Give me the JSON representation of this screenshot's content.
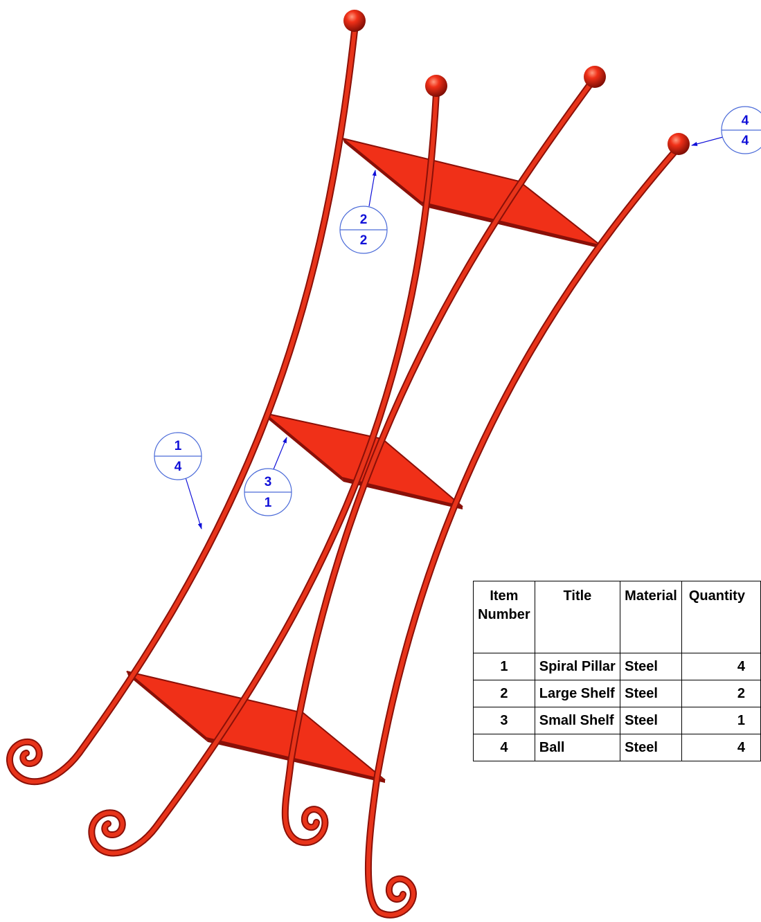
{
  "balloons": [
    {
      "item": "1",
      "qty": "4"
    },
    {
      "item": "2",
      "qty": "2"
    },
    {
      "item": "3",
      "qty": "1"
    },
    {
      "item": "4",
      "qty": "4"
    }
  ],
  "bom": {
    "headers": {
      "item_number": "Item Number",
      "title": "Title",
      "material": "Material",
      "quantity": "Quantity"
    },
    "rows": [
      {
        "item_number": "1",
        "title": "Spiral Pillar",
        "material": "Steel",
        "quantity": "4"
      },
      {
        "item_number": "2",
        "title": "Large Shelf",
        "material": "Steel",
        "quantity": "2"
      },
      {
        "item_number": "3",
        "title": "Small Shelf",
        "material": "Steel",
        "quantity": "1"
      },
      {
        "item_number": "4",
        "title": "Ball",
        "material": "Steel",
        "quantity": "4"
      }
    ]
  },
  "colors": {
    "part": "#f03018",
    "part_dark": "#8a1008",
    "balloon": "#1010d8",
    "balloon_circle": "#4a6ad8"
  }
}
